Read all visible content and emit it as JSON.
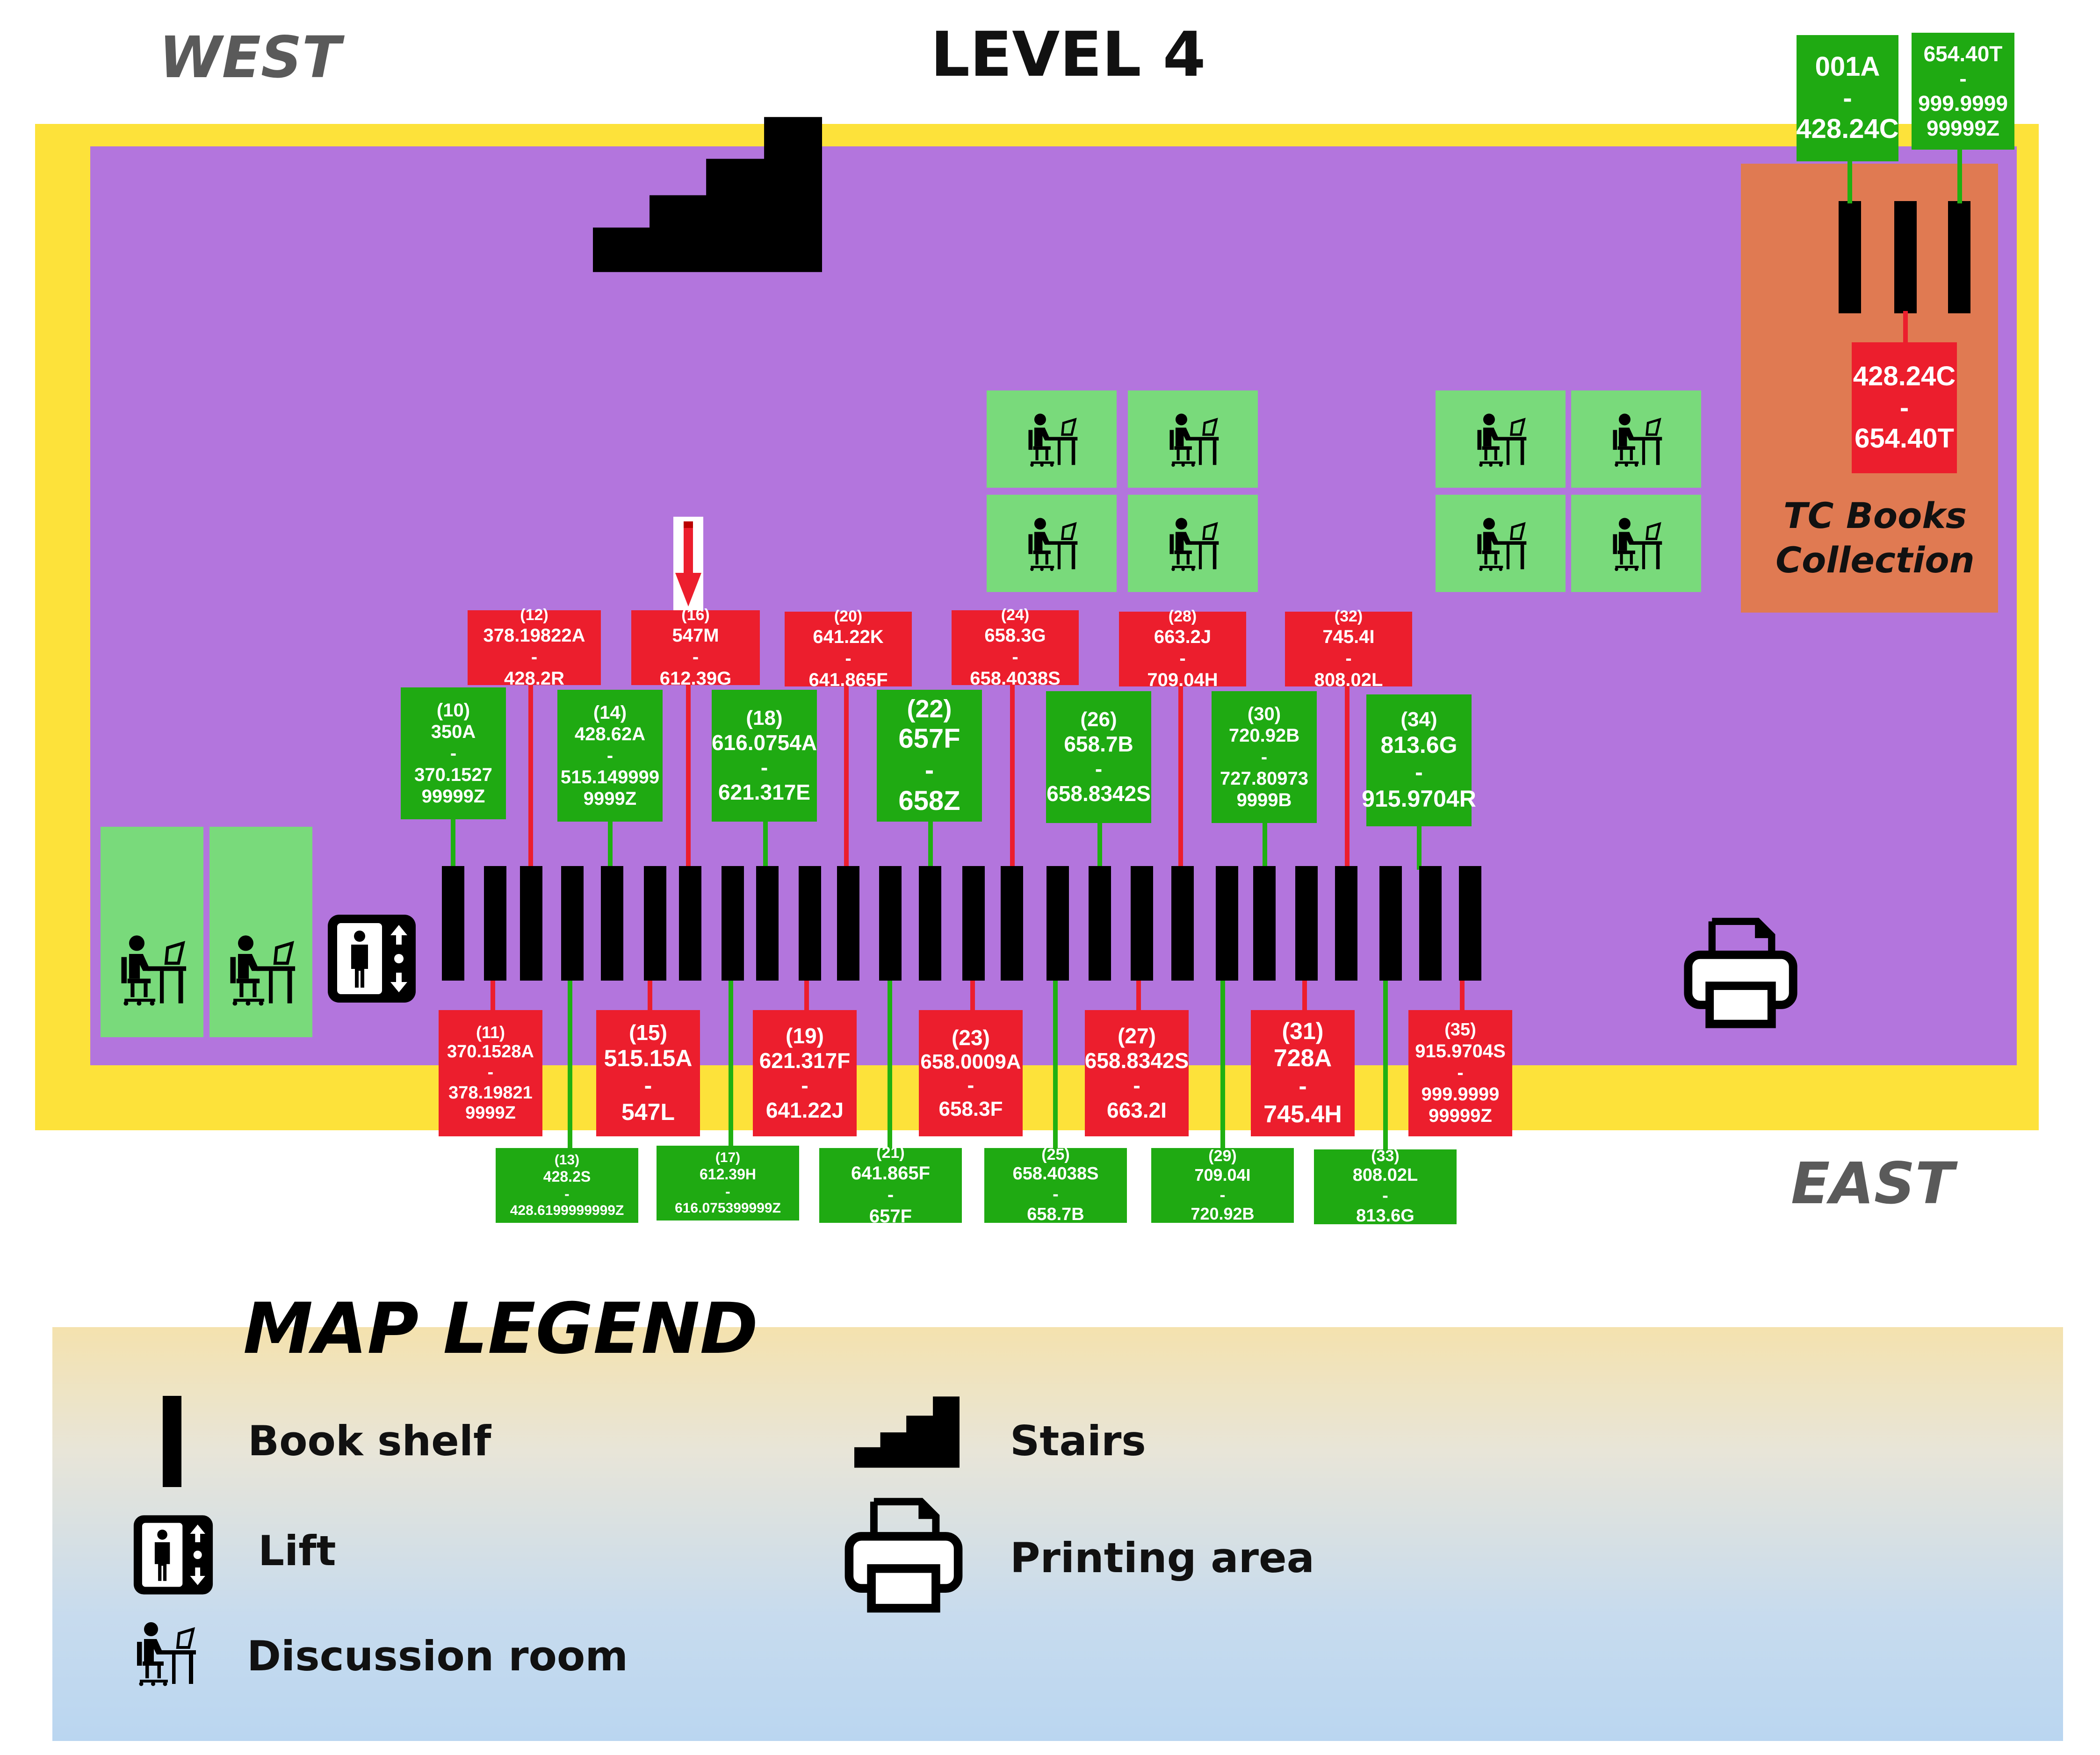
{
  "map": {
    "title": "LEVEL 4",
    "west_label": "WEST",
    "east_label": "EAST",
    "tc_label_line1": "TC Books",
    "tc_label_line2": "Collection"
  },
  "colors": {
    "outer_border": "#fde23a",
    "floor": "#b375dd",
    "tc_area": "#e07a52",
    "discussion_room": "#79da7b",
    "shelf_range_green": "#1faa12",
    "shelf_range_red": "#ec1e2d",
    "bookshelf": "#000000"
  },
  "icons": {
    "stairs": "stairs-icon",
    "lift": "lift-icon",
    "discussion_room": "person-at-desk-icon",
    "printer": "printer-icon",
    "location_marker": "red-down-arrow-icon"
  },
  "tc_collection": {
    "top_ranges": [
      {
        "from": "001A",
        "dash": "-",
        "to": "428.24C"
      },
      {
        "from": "654.40T",
        "dash": "-",
        "to": "999.9999\n99999Z"
      }
    ],
    "mid_range": {
      "from": "428.24C",
      "dash": "-",
      "to": "654.40T"
    }
  },
  "shelves_top_red": [
    {
      "num": "(12)",
      "from": "378.19822A",
      "dash": "-",
      "to": "428.2R"
    },
    {
      "num": "(16)",
      "from": "547M",
      "dash": "-",
      "to": "612.39G"
    },
    {
      "num": "(20)",
      "from": "641.22K",
      "dash": "-",
      "to": "641.865F"
    },
    {
      "num": "(24)",
      "from": "658.3G",
      "dash": "-",
      "to": "658.4038S"
    },
    {
      "num": "(28)",
      "from": "663.2J",
      "dash": "-",
      "to": "709.04H"
    },
    {
      "num": "(32)",
      "from": "745.4I",
      "dash": "-",
      "to": "808.02L"
    }
  ],
  "shelves_top_green": [
    {
      "num": "(10)",
      "from": "350A",
      "dash": "-",
      "to": "370.1527\n99999Z"
    },
    {
      "num": "(14)",
      "from": "428.62A",
      "dash": "-",
      "to": "515.149999\n9999Z"
    },
    {
      "num": "(18)",
      "from": "616.0754A",
      "dash": "-",
      "to": "621.317E"
    },
    {
      "num": "(22)",
      "from": "657F",
      "dash": "-",
      "to": "658Z"
    },
    {
      "num": "(26)",
      "from": "658.7B",
      "dash": "-",
      "to": "658.8342S"
    },
    {
      "num": "(30)",
      "from": "720.92B",
      "dash": "-",
      "to": "727.80973\n9999B"
    },
    {
      "num": "(34)",
      "from": "813.6G",
      "dash": "-",
      "to": "915.9704R"
    }
  ],
  "shelves_bottom_red": [
    {
      "num": "(11)",
      "from": "370.1528A",
      "dash": "-",
      "to": "378.19821\n9999Z"
    },
    {
      "num": "(15)",
      "from": "515.15A",
      "dash": "-",
      "to": "547L"
    },
    {
      "num": "(19)",
      "from": "621.317F",
      "dash": "-",
      "to": "641.22J"
    },
    {
      "num": "(23)",
      "from": "658.0009A",
      "dash": "-",
      "to": "658.3F"
    },
    {
      "num": "(27)",
      "from": "658.8342S",
      "dash": "-",
      "to": "663.2I"
    },
    {
      "num": "(31)",
      "from": "728A",
      "dash": "-",
      "to": "745.4H"
    },
    {
      "num": "(35)",
      "from": "915.9704S",
      "dash": "-",
      "to": "999.9999\n99999Z"
    }
  ],
  "shelves_bottom_green": [
    {
      "num": "(13)",
      "from": "428.2S",
      "dash": "-",
      "to": "428.6199999999Z"
    },
    {
      "num": "(17)",
      "from": "612.39H",
      "dash": "-",
      "to": "616.075399999Z"
    },
    {
      "num": "(21)",
      "from": "641.865F",
      "dash": "-",
      "to": "657F"
    },
    {
      "num": "(25)",
      "from": "658.4038S",
      "dash": "-",
      "to": "658.7B"
    },
    {
      "num": "(29)",
      "from": "709.04I",
      "dash": "-",
      "to": "720.92B"
    },
    {
      "num": "(33)",
      "from": "808.02L",
      "dash": "-",
      "to": "813.6G"
    }
  ],
  "legend": {
    "title": "MAP LEGEND",
    "book_shelf": "Book shelf",
    "lift": "Lift",
    "discussion_room": "Discussion room",
    "stairs": "Stairs",
    "printing_area": "Printing area"
  }
}
